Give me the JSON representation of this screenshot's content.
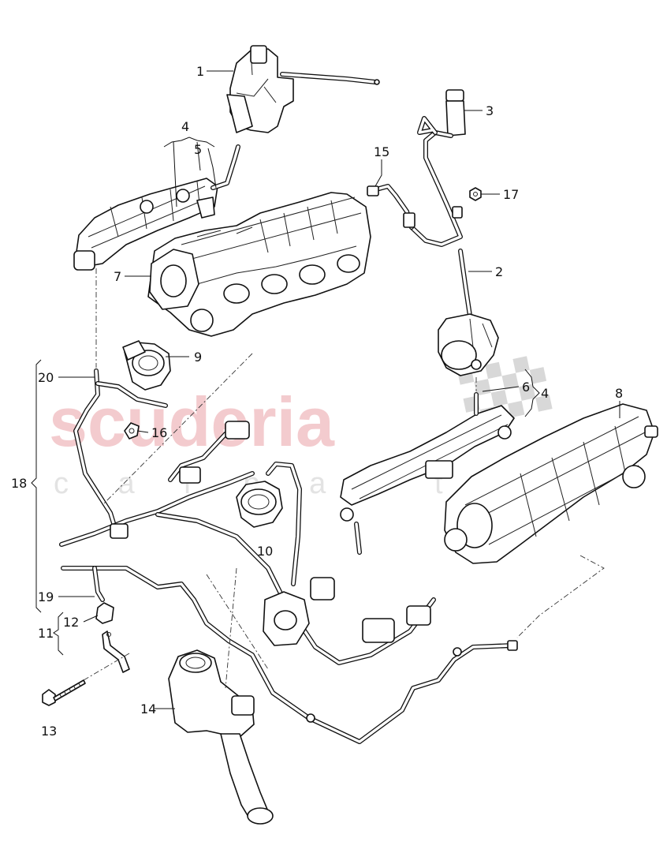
{
  "watermark": {
    "main": "scuderia",
    "sub": "c a r p a r t s",
    "colors": {
      "main": "#f2c3c6",
      "sub": "#e3e3e3",
      "flag": "#d8d8d8"
    }
  },
  "callouts": {
    "c1": "1",
    "c2": "2",
    "c3": "3",
    "c4a": "4",
    "c4b": "4",
    "c5": "5",
    "c6": "6",
    "c7": "7",
    "c8": "8",
    "c9": "9",
    "c10": "10",
    "c11": "11",
    "c12": "12",
    "c13": "13",
    "c14": "14",
    "c15": "15",
    "c16": "16",
    "c17": "17",
    "c18": "18",
    "c19": "19",
    "c20": "20"
  }
}
